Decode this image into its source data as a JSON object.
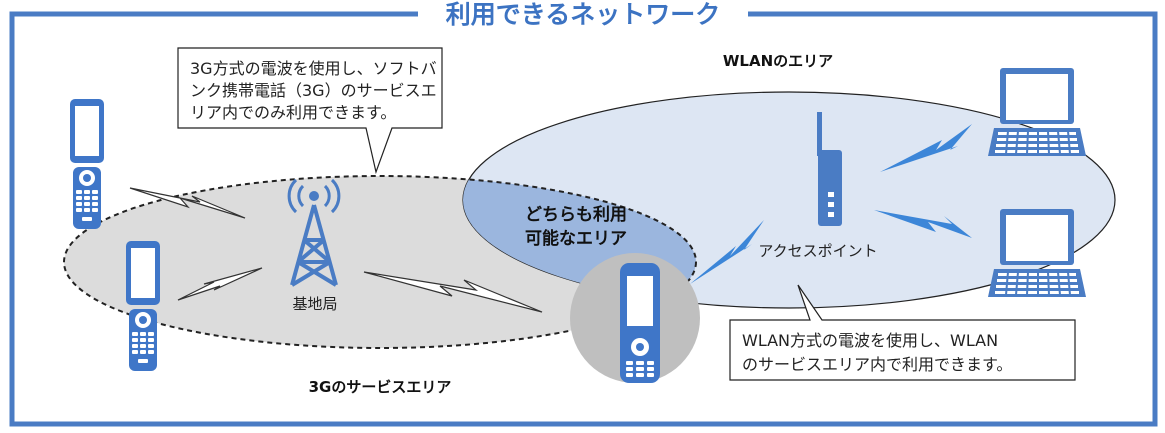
{
  "title": "利用できるネットワーク",
  "colors": {
    "frame": "#4a7cc4",
    "title_text": "#3c73c2",
    "area_3g_fill": "#dcdcdc",
    "area_wlan_fill": "#dde6f3",
    "overlap_fill": "#9bb6de",
    "wave_fill": "#3c86d8",
    "phone_blue": "#3f76c8",
    "device_blue": "#4a7cc4"
  },
  "labels": {
    "wlan_area": "WLANのエリア",
    "area_3g": "3Gのサービスエリア",
    "overlap_line1": "どちらも利用",
    "overlap_line2": "可能なエリア",
    "base_station": "基地局",
    "access_point": "アクセスポイント"
  },
  "callouts": {
    "three_g": {
      "lines": [
        "3G方式の電波を使用し、ソフトバ",
        "ンク携帯電話（3G）のサービスエ",
        "リア内でのみ利用できます。"
      ]
    },
    "wlan": {
      "lines": [
        "WLAN方式の電波を使用し、WLAN",
        "のサービスエリア内で利用できます。"
      ]
    }
  },
  "icons": [
    "phone-icon",
    "base-station-icon",
    "access-point-icon",
    "laptop-icon",
    "lightning-wave-icon"
  ]
}
